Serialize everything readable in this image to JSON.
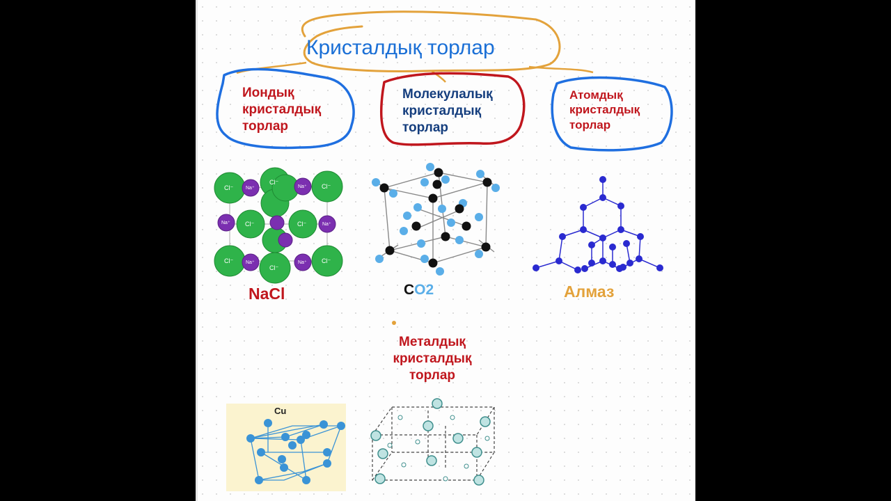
{
  "title": "Кристалдық торлар",
  "branches": {
    "ionic": [
      "Иондық",
      "кристалдық",
      "торлар"
    ],
    "molecular": [
      "Молекулалық",
      "кристалдық",
      "торлар"
    ],
    "atomic": [
      "Атомдық",
      "кристалдық",
      "торлар"
    ],
    "metallic": [
      "Металдық",
      "кристалдық",
      "торлар"
    ]
  },
  "examples": {
    "nacl": "NaCl",
    "co2_c": "C",
    "co2_o": "O2",
    "diamond": "Алмаз",
    "cu": "Cu",
    "cl_ion": "Cl⁻",
    "na_ion": "Na⁺"
  },
  "colors": {
    "title_blue": "#1a6fd6",
    "bubble_blue": "#1f6fe0",
    "bubble_red": "#c0161d",
    "title_outline_orange": "#e3a23b",
    "label_red": "#c0161d",
    "label_navy": "#153e7e",
    "chlorine_green": "#2fb34a",
    "sodium_purple": "#7b2fb0",
    "carbon_black": "#111111",
    "oxygen_blue": "#5aaee8",
    "diamond_blue": "#2a2ad0",
    "copper_blue": "#3a93d6"
  }
}
